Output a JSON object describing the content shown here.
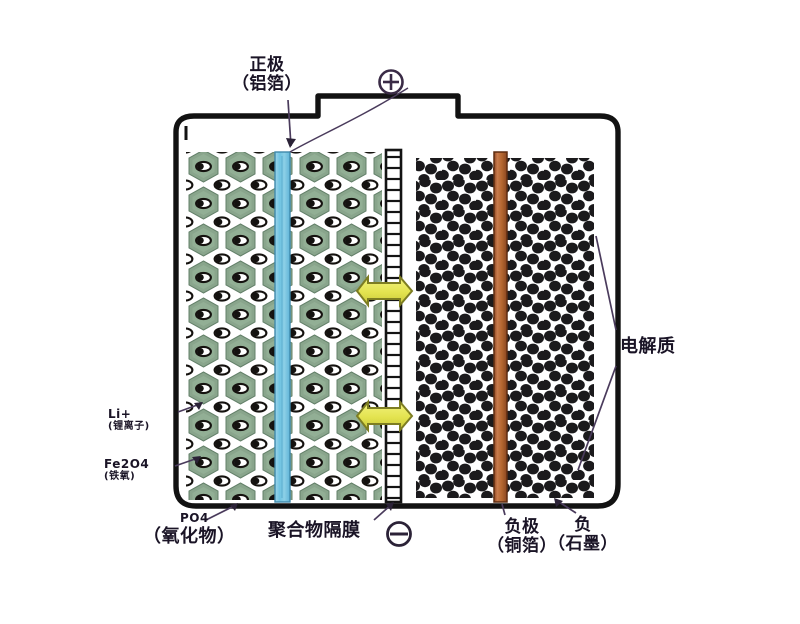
{
  "diagram": {
    "title_absent": true,
    "type": "lithium-ion-battery-cross-section",
    "labels": {
      "cathode": {
        "line1": "正极",
        "line2": "（铝箔）"
      },
      "lithium_ion": {
        "line1": "Li+",
        "line2": "(锂离子)"
      },
      "iron_oxide": {
        "line1": "Fe2O4",
        "line2": "(铁氧)"
      },
      "phosphate": "PO4",
      "oxide": "（氧化物）",
      "separator": "聚合物隔膜",
      "anode": {
        "line1": "负极",
        "line2": "（铜箔）"
      },
      "graphite": {
        "line1": "负",
        "line2": "（石墨）"
      },
      "electrolyte": "电解质"
    },
    "terminals": {
      "positive_symbol": "⊕",
      "negative_symbol": "⊖"
    },
    "colors": {
      "cathode_foil": "#7ec8e3",
      "anode_foil": "#b5622f",
      "lattice_green": "#6f8f73",
      "particle_dark": "#1a1a1a",
      "arrow_yellow": "#e8e85a",
      "outline": "#141414",
      "leader_line": "#4a3b5c",
      "background": "#ffffff"
    },
    "regions": [
      {
        "name": "cathode-active-material",
        "description": "green crystalline lattice with oval particles"
      },
      {
        "name": "cathode-current-collector",
        "description": "blue aluminium foil strip"
      },
      {
        "name": "polymer-separator",
        "description": "ladder-like membrane"
      },
      {
        "name": "anode-active-material",
        "description": "black graphite particle field"
      },
      {
        "name": "anode-current-collector",
        "description": "copper foil strip"
      }
    ],
    "ion_arrows": {
      "count": 2,
      "direction": "right",
      "meaning": "Li+ transport through separator"
    }
  }
}
